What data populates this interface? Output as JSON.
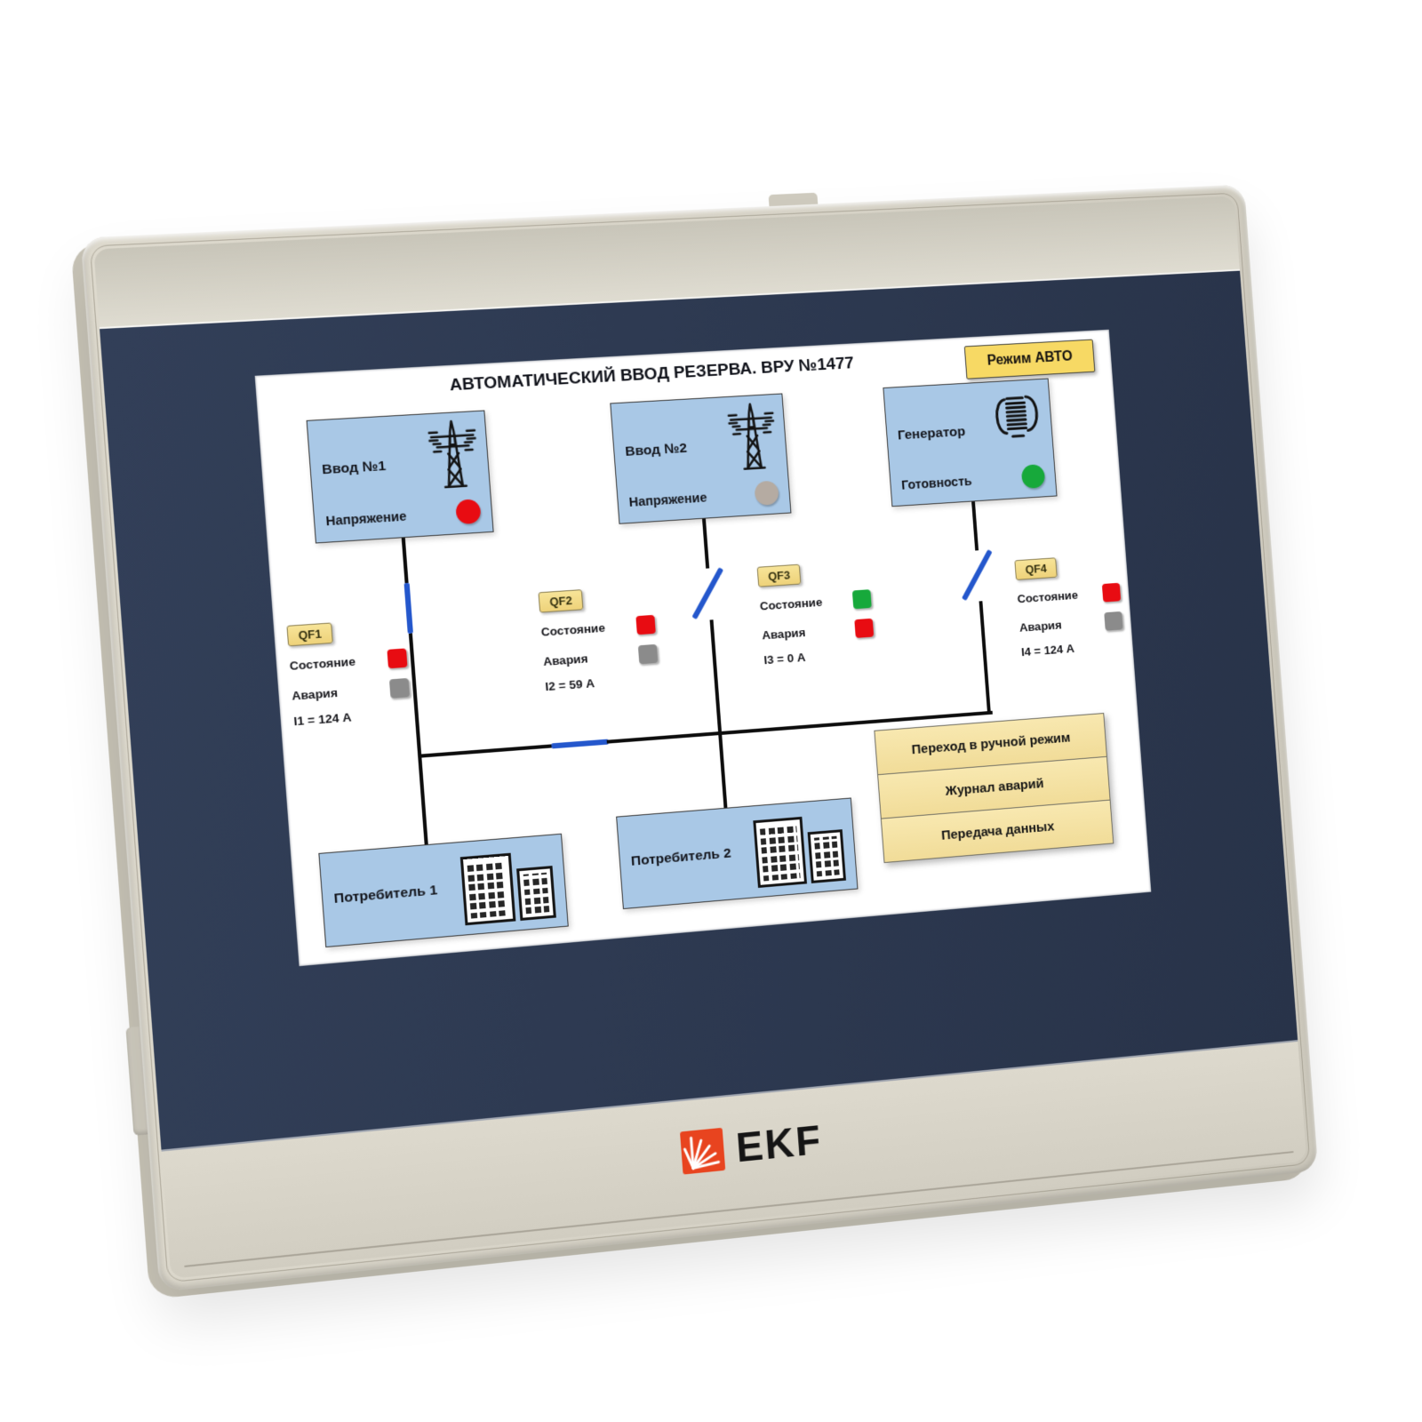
{
  "device": {
    "brand": "EKF",
    "palette": {
      "frame_beige": "#d8d4c8",
      "bezel_navy": "#2d3a52",
      "screen_white": "#ffffff",
      "logo_red": "#e8441f"
    }
  },
  "screen": {
    "title": "АВТОМАТИЧЕСКИЙ ВВОД РЕЗЕРВА. ВРУ №1477",
    "mode_badge": "Режим АВТО",
    "palette": {
      "box_blue": "#a9c8e6",
      "badge_yellow": "#f6dd8a",
      "button_tan": "#f5e2a2",
      "line_black": "#0d0d0d",
      "breaker_blue": "#2457cc",
      "red": "#e80c12",
      "green": "#17a93b",
      "gray": "#8b8b8b",
      "inactive_gray": "#b5aba2"
    },
    "sources": [
      {
        "label": "Ввод №1",
        "status_label": "Напряжение",
        "status_color": "#e80c12",
        "icon": "power-tower"
      },
      {
        "label": "Ввод №2",
        "status_label": "Напряжение",
        "status_color": "#b5aba2",
        "icon": "power-tower"
      },
      {
        "label": "Генератор",
        "status_label": "Готовность",
        "status_color": "#17a93b",
        "icon": "generator"
      }
    ],
    "breakers": [
      {
        "id": "QF1",
        "state_label": "Состояние",
        "state_color": "#e80c12",
        "alarm_label": "Авария",
        "alarm_color": "#8b8b8b",
        "current": "I1 = 124 А",
        "position": "closed"
      },
      {
        "id": "QF2",
        "state_label": "Состояние",
        "state_color": "#e80c12",
        "alarm_label": "Авария",
        "alarm_color": "#8b8b8b",
        "current": "I2 = 59 А",
        "position": "closed"
      },
      {
        "id": "QF3",
        "state_label": "Состояние",
        "state_color": "#17a93b",
        "alarm_label": "Авария",
        "alarm_color": "#e80c12",
        "current": "I3 = 0 А",
        "position": "open"
      },
      {
        "id": "QF4",
        "state_label": "Состояние",
        "state_color": "#e80c12",
        "alarm_label": "Авария",
        "alarm_color": "#8b8b8b",
        "current": "I4 = 124 А",
        "position": "open"
      }
    ],
    "consumers": [
      {
        "label": "Потребитель 1"
      },
      {
        "label": "Потребитель 2"
      }
    ],
    "buttons": [
      {
        "label": "Переход в ручной режим"
      },
      {
        "label": "Журнал аварий"
      },
      {
        "label": "Передача данных"
      }
    ]
  }
}
